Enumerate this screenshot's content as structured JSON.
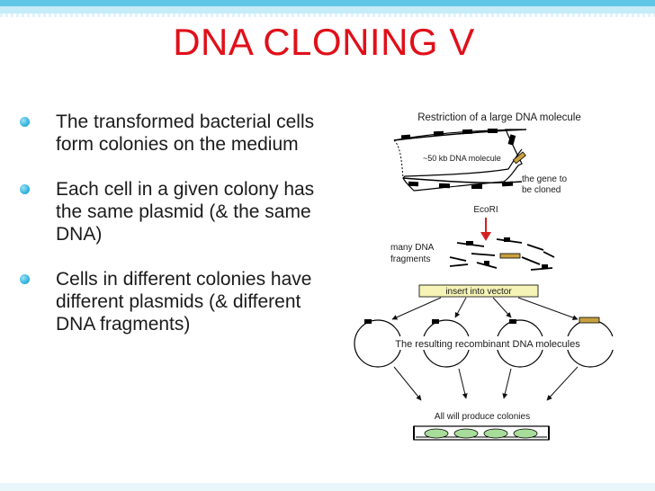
{
  "slide": {
    "title": "DNA CLONING V",
    "bullets": [
      "The transformed bacterial cells form colonies on the medium",
      "Each cell in a given colony has the same plasmid (& the same DNA)",
      "Cells in different colonies have different plasmids (& different DNA fragments)"
    ]
  },
  "figure": {
    "heading": "Restriction of a large DNA molecule",
    "molecule_label": "~50 kb DNA molecule",
    "gene_label_line1": "the gene to",
    "gene_label_line2": "be cloned",
    "enzyme_label": "EcoRI",
    "fragments_label_line1": "many DNA",
    "fragments_label_line2": "fragments",
    "vector_box_label": "insert into vector",
    "recombinant_label": "The resulting recombinant DNA molecules",
    "colonies_label": "All will produce colonies"
  },
  "colors": {
    "title": "#e0101a",
    "arrow_red": "#d42020",
    "box_fill": "#f5f3b5",
    "colony_fill": "#a8dc9a",
    "gene_fill": "#c8a040"
  }
}
